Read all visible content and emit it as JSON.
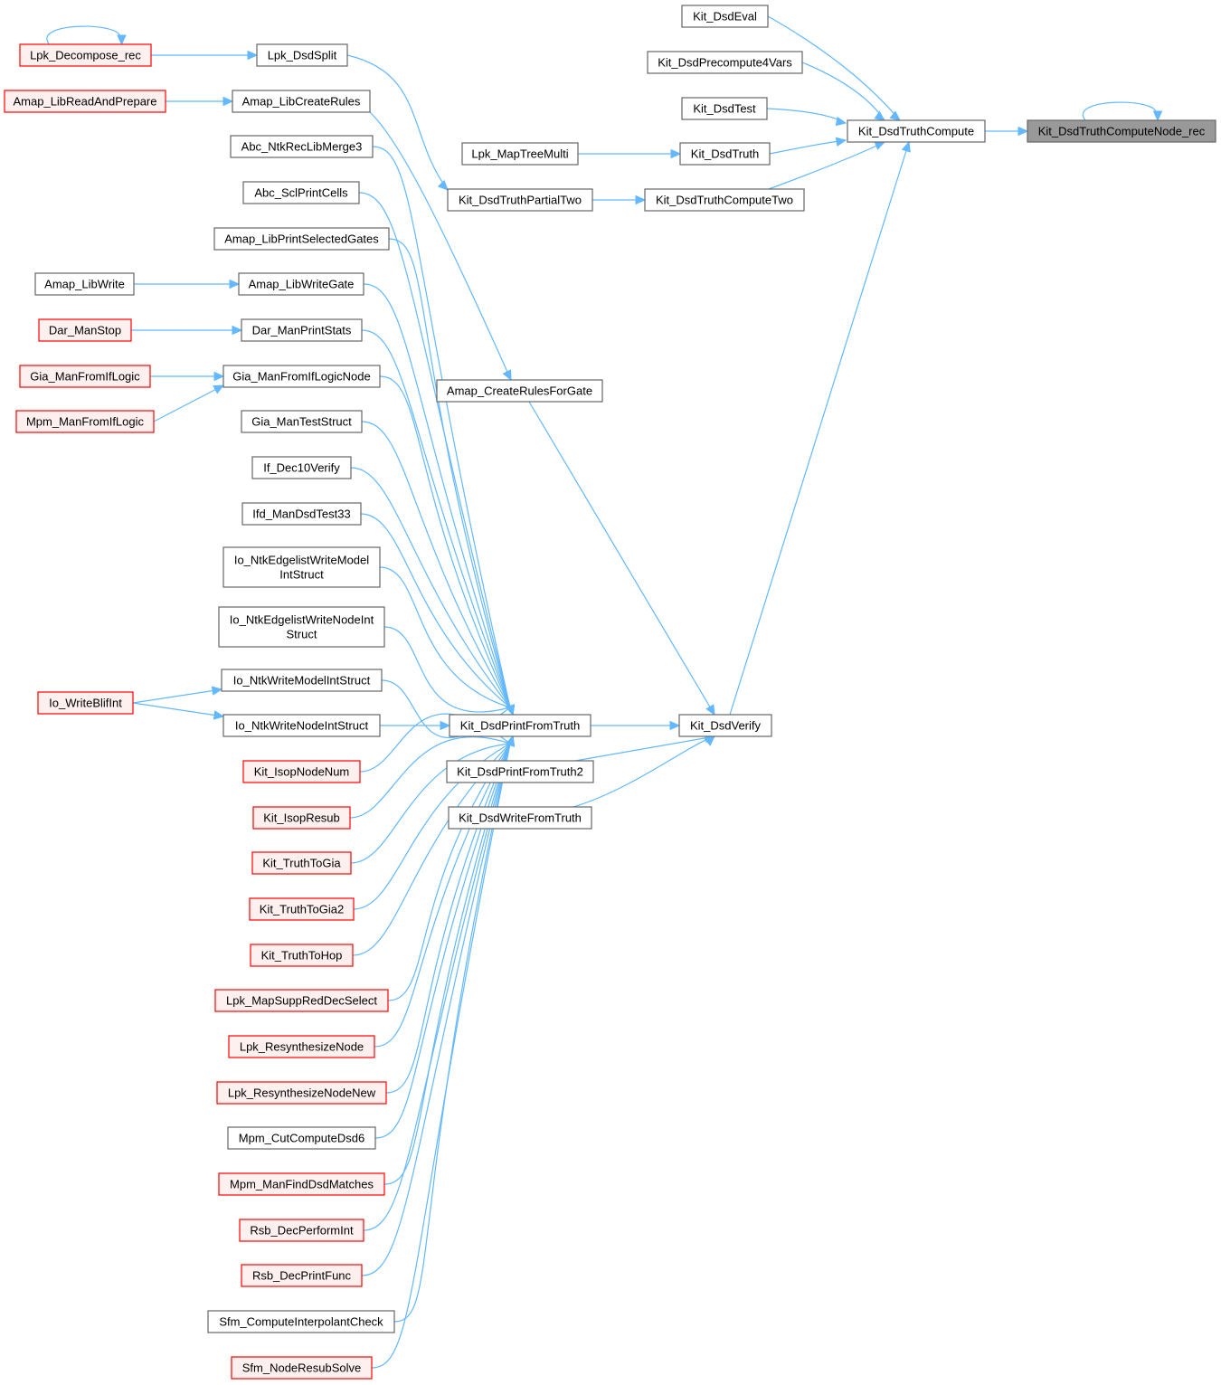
{
  "colors": {
    "edge": "#63b8ff",
    "normal_border": "#666666",
    "normal_fill": "#ffffff",
    "red_border": "#ff0000",
    "red_fill": "#fff0f0",
    "focus_fill": "#999999",
    "focus_border": "#666666"
  },
  "nodes": [
    {
      "id": "rec",
      "label": "Kit_DsdTruthComputeNode_rec",
      "style": "focus"
    },
    {
      "id": "compute",
      "label": "Kit_DsdTruthCompute",
      "style": "normal"
    },
    {
      "id": "eval",
      "label": "Kit_DsdEval",
      "style": "normal"
    },
    {
      "id": "precomp",
      "label": "Kit_DsdPrecompute4Vars",
      "style": "normal"
    },
    {
      "id": "test",
      "label": "Kit_DsdTest",
      "style": "normal"
    },
    {
      "id": "truth",
      "label": "Kit_DsdTruth",
      "style": "normal"
    },
    {
      "id": "maptree",
      "label": "Lpk_MapTreeMulti",
      "style": "normal"
    },
    {
      "id": "computetwo",
      "label": "Kit_DsdTruthComputeTwo",
      "style": "normal"
    },
    {
      "id": "partialtwo",
      "label": "Kit_DsdTruthPartialTwo",
      "style": "normal"
    },
    {
      "id": "dsdsplit",
      "label": "Lpk_DsdSplit",
      "style": "normal"
    },
    {
      "id": "decomp",
      "label": "Lpk_Decompose_rec",
      "style": "red"
    },
    {
      "id": "createrules",
      "label": "Amap_LibCreateRules",
      "style": "normal"
    },
    {
      "id": "readprep",
      "label": "Amap_LibReadAndPrepare",
      "style": "red"
    },
    {
      "id": "reclib",
      "label": "Abc_NtkRecLibMerge3",
      "style": "normal"
    },
    {
      "id": "sclcells",
      "label": "Abc_SclPrintCells",
      "style": "normal"
    },
    {
      "id": "selgates",
      "label": "Amap_LibPrintSelectedGates",
      "style": "normal"
    },
    {
      "id": "writegate",
      "label": "Amap_LibWriteGate",
      "style": "normal"
    },
    {
      "id": "libwrite",
      "label": "Amap_LibWrite",
      "style": "normal"
    },
    {
      "id": "darstats",
      "label": "Dar_ManPrintStats",
      "style": "normal"
    },
    {
      "id": "darstop",
      "label": "Dar_ManStop",
      "style": "red"
    },
    {
      "id": "giaifnode",
      "label": "Gia_ManFromIfLogicNode",
      "style": "normal"
    },
    {
      "id": "giaif",
      "label": "Gia_ManFromIfLogic",
      "style": "red"
    },
    {
      "id": "mpmif",
      "label": "Mpm_ManFromIfLogic",
      "style": "red"
    },
    {
      "id": "giatest",
      "label": "Gia_ManTestStruct",
      "style": "normal"
    },
    {
      "id": "ifdec",
      "label": "If_Dec10Verify",
      "style": "normal"
    },
    {
      "id": "ifd33",
      "label": "Ifd_ManDsdTest33",
      "style": "normal"
    },
    {
      "id": "edgemodel",
      "label": "Io_NtkEdgelistWriteModelIntStruct",
      "lines": [
        "Io_NtkEdgelistWriteModel",
        "IntStruct"
      ],
      "style": "normal"
    },
    {
      "id": "edgenode",
      "label": "Io_NtkEdgelistWriteNodeIntStruct",
      "lines": [
        "Io_NtkEdgelistWriteNodeInt",
        "Struct"
      ],
      "style": "normal"
    },
    {
      "id": "wmodel",
      "label": "Io_NtkWriteModelIntStruct",
      "style": "normal"
    },
    {
      "id": "blif",
      "label": "Io_WriteBlifInt",
      "style": "red"
    },
    {
      "id": "wnode",
      "label": "Io_NtkWriteNodeIntStruct",
      "style": "normal"
    },
    {
      "id": "print",
      "label": "Kit_DsdPrintFromTruth",
      "style": "normal"
    },
    {
      "id": "verify",
      "label": "Kit_DsdVerify",
      "style": "normal"
    },
    {
      "id": "rulesgate",
      "label": "Amap_CreateRulesForGate",
      "style": "normal"
    },
    {
      "id": "print2",
      "label": "Kit_DsdPrintFromTruth2",
      "style": "normal"
    },
    {
      "id": "writefrom",
      "label": "Kit_DsdWriteFromTruth",
      "style": "normal"
    },
    {
      "id": "isopnum",
      "label": "Kit_IsopNodeNum",
      "style": "red"
    },
    {
      "id": "isopres",
      "label": "Kit_IsopResub",
      "style": "red"
    },
    {
      "id": "togia",
      "label": "Kit_TruthToGia",
      "style": "red"
    },
    {
      "id": "togia2",
      "label": "Kit_TruthToGia2",
      "style": "red"
    },
    {
      "id": "tohop",
      "label": "Kit_TruthToHop",
      "style": "red"
    },
    {
      "id": "suppred",
      "label": "Lpk_MapSuppRedDecSelect",
      "style": "red"
    },
    {
      "id": "resyn",
      "label": "Lpk_ResynthesizeNode",
      "style": "red"
    },
    {
      "id": "resynnew",
      "label": "Lpk_ResynthesizeNodeNew",
      "style": "red"
    },
    {
      "id": "cutdsd6",
      "label": "Mpm_CutComputeDsd6",
      "style": "normal"
    },
    {
      "id": "finddsd",
      "label": "Mpm_ManFindDsdMatches",
      "style": "red"
    },
    {
      "id": "rsbperf",
      "label": "Rsb_DecPerformInt",
      "style": "red"
    },
    {
      "id": "rsbprint",
      "label": "Rsb_DecPrintFunc",
      "style": "red"
    },
    {
      "id": "sfmcheck",
      "label": "Sfm_ComputeInterpolantCheck",
      "style": "normal"
    },
    {
      "id": "sfmsolve",
      "label": "Sfm_NodeResubSolve",
      "style": "red"
    }
  ],
  "edges": [
    [
      "rec",
      "rec"
    ],
    [
      "compute",
      "rec"
    ],
    [
      "eval",
      "compute"
    ],
    [
      "precomp",
      "compute"
    ],
    [
      "test",
      "compute"
    ],
    [
      "truth",
      "compute"
    ],
    [
      "maptree",
      "truth"
    ],
    [
      "computetwo",
      "compute"
    ],
    [
      "partialtwo",
      "computetwo"
    ],
    [
      "verify",
      "compute"
    ],
    [
      "decomp",
      "decomp"
    ],
    [
      "decomp",
      "dsdsplit"
    ],
    [
      "dsdsplit",
      "partialtwo"
    ],
    [
      "readprep",
      "createrules"
    ],
    [
      "createrules",
      "rulesgate"
    ],
    [
      "rulesgate",
      "verify"
    ],
    [
      "print",
      "verify"
    ],
    [
      "print2",
      "verify"
    ],
    [
      "writefrom",
      "verify"
    ],
    [
      "libwrite",
      "writegate"
    ],
    [
      "darstop",
      "darstats"
    ],
    [
      "giaif",
      "giaifnode"
    ],
    [
      "mpmif",
      "giaifnode"
    ],
    [
      "blif",
      "wmodel"
    ],
    [
      "blif",
      "wnode"
    ],
    [
      "reclib",
      "print"
    ],
    [
      "sclcells",
      "print"
    ],
    [
      "selgates",
      "print"
    ],
    [
      "writegate",
      "print"
    ],
    [
      "darstats",
      "print"
    ],
    [
      "giaifnode",
      "print"
    ],
    [
      "giatest",
      "print"
    ],
    [
      "ifdec",
      "print"
    ],
    [
      "ifd33",
      "print"
    ],
    [
      "edgemodel",
      "print"
    ],
    [
      "edgenode",
      "print"
    ],
    [
      "wmodel",
      "print"
    ],
    [
      "wnode",
      "print"
    ],
    [
      "isopnum",
      "print"
    ],
    [
      "isopres",
      "print"
    ],
    [
      "togia",
      "print"
    ],
    [
      "togia2",
      "print"
    ],
    [
      "tohop",
      "print"
    ],
    [
      "suppred",
      "print"
    ],
    [
      "resyn",
      "print"
    ],
    [
      "resynnew",
      "print"
    ],
    [
      "cutdsd6",
      "print"
    ],
    [
      "finddsd",
      "print"
    ],
    [
      "rsbperf",
      "print"
    ],
    [
      "rsbprint",
      "print"
    ],
    [
      "sfmcheck",
      "print"
    ],
    [
      "sfmsolve",
      "print"
    ]
  ]
}
